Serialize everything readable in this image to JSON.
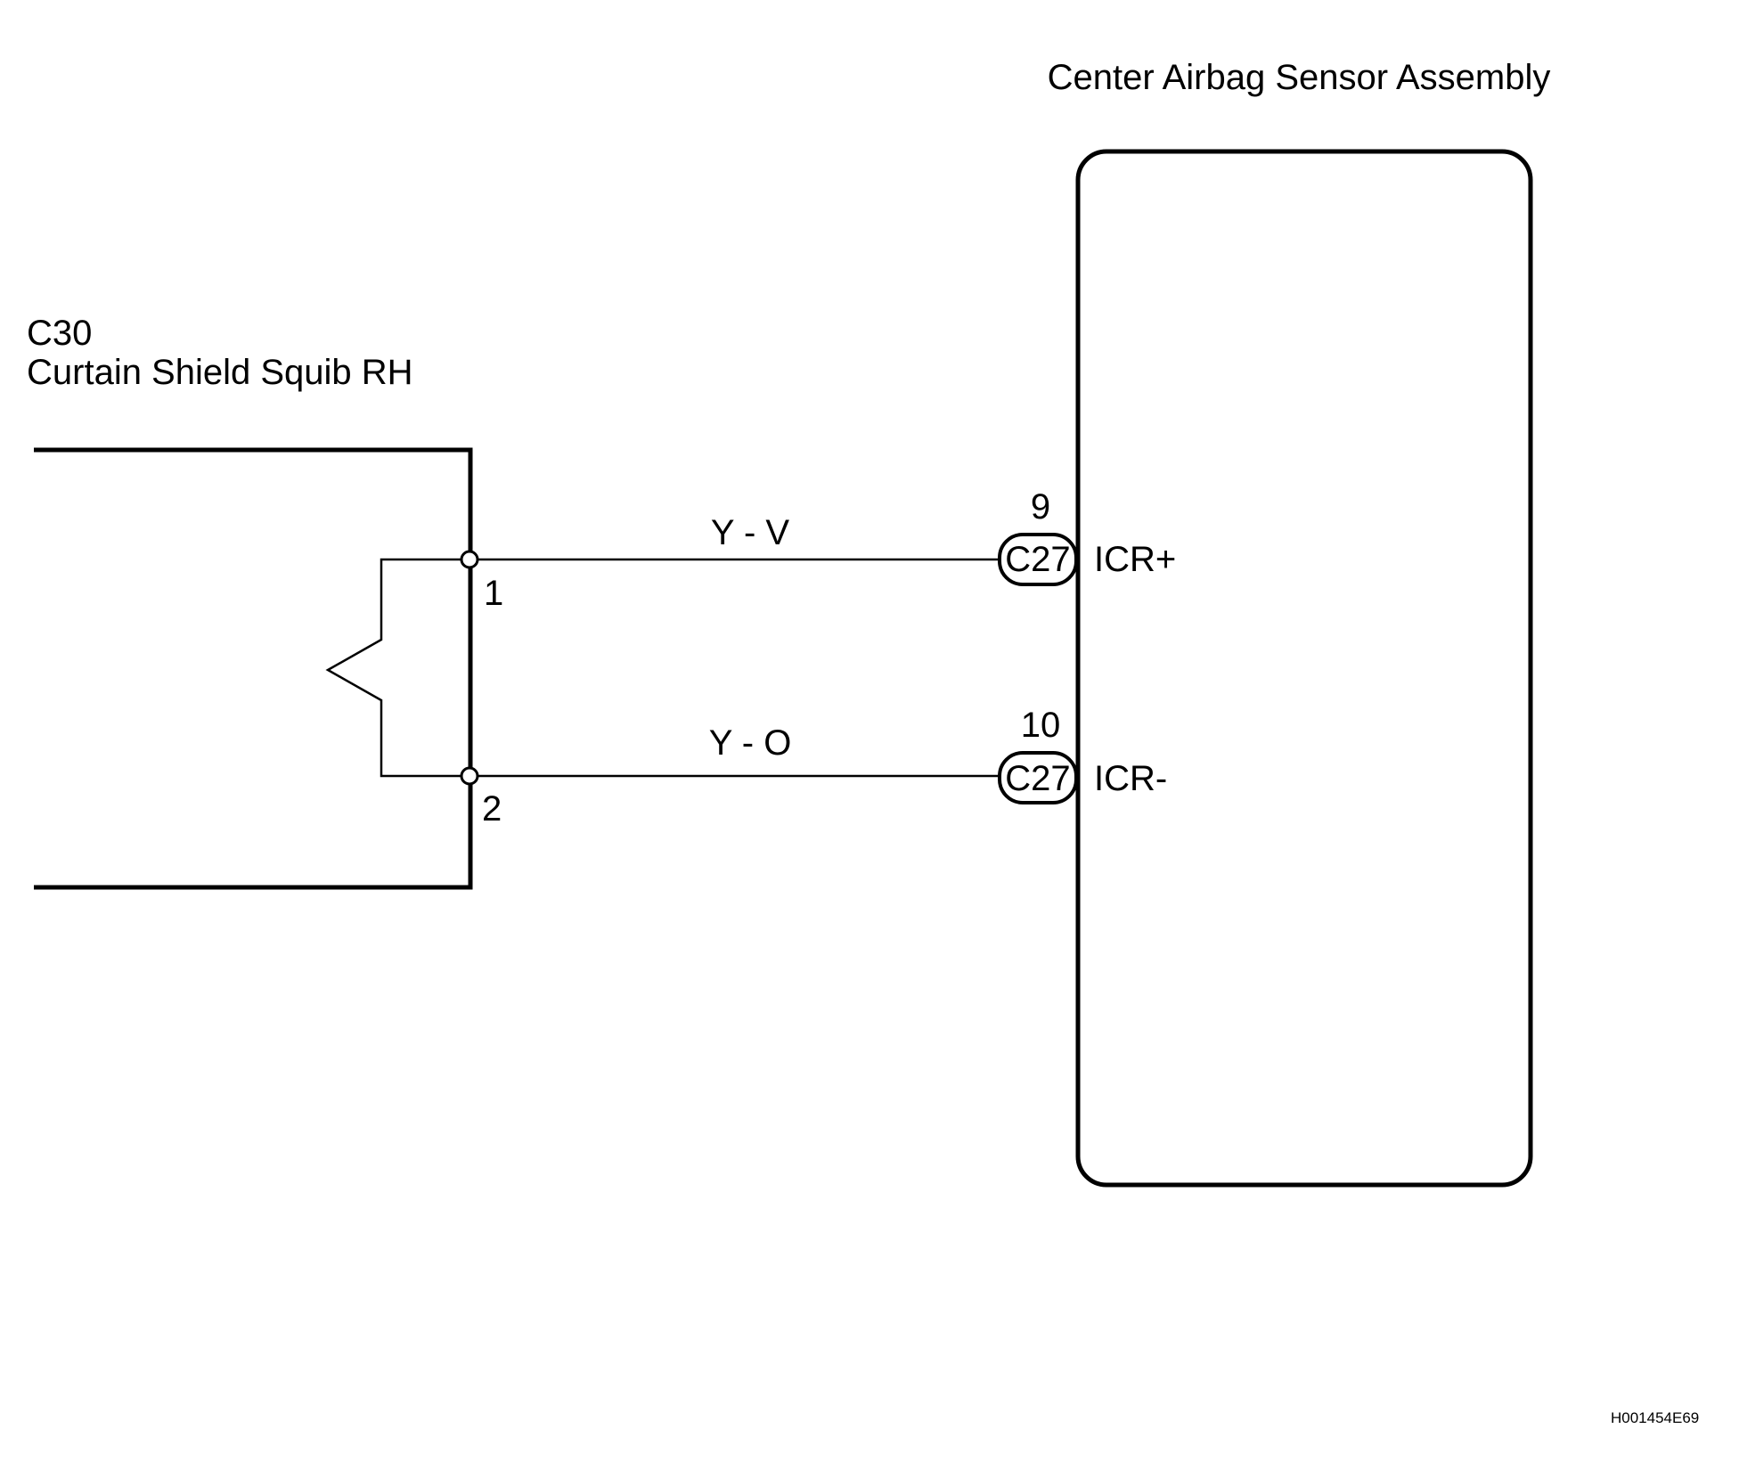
{
  "component_left": {
    "code": "C30",
    "name": "Curtain Shield Squib RH",
    "pins": [
      {
        "number": "1"
      },
      {
        "number": "2"
      }
    ]
  },
  "component_right": {
    "name": "Center Airbag Sensor Assembly",
    "pins": [
      {
        "number": "9",
        "connector": "C27",
        "signal": "ICR+"
      },
      {
        "number": "10",
        "connector": "C27",
        "signal": "ICR-"
      }
    ]
  },
  "wires": [
    {
      "color_code": "Y - V"
    },
    {
      "color_code": "Y - O"
    }
  ],
  "figure_id": "H001454E69"
}
